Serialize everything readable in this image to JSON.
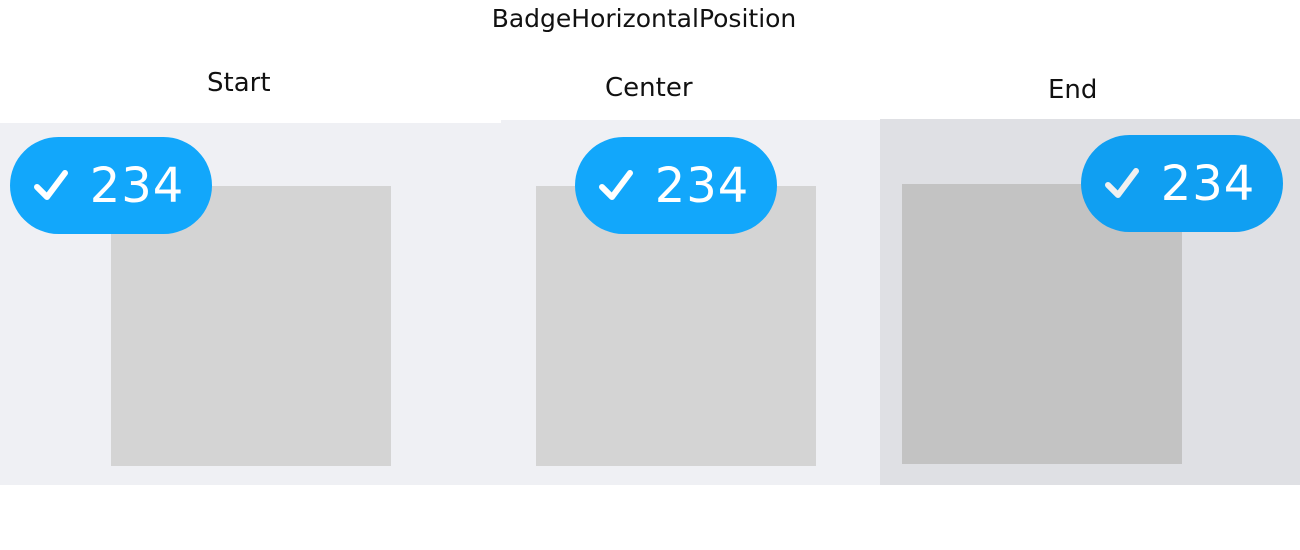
{
  "title": "BadgeHorizontalPosition",
  "columns": [
    {
      "label": "Start",
      "badge": {
        "icon": "checkmark-icon",
        "count": "234"
      }
    },
    {
      "label": "Center",
      "badge": {
        "icon": "checkmark-icon",
        "count": "234"
      }
    },
    {
      "label": "End",
      "badge": {
        "icon": "checkmark-icon",
        "count": "234"
      }
    }
  ],
  "colors": {
    "badge": "#12a7fb",
    "panel": "#eff0f4",
    "panel_selected": "#dfe0e4",
    "square": "#d4d4d4"
  }
}
